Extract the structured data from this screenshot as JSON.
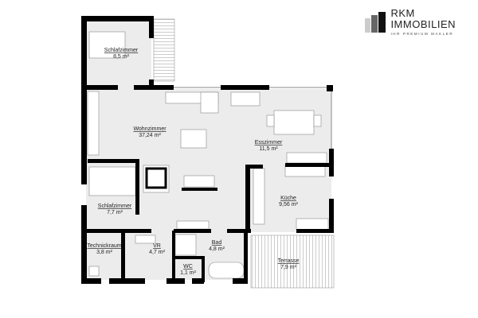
{
  "logo": {
    "brand": "RKM IMMOBILIEN",
    "tagline": "IHR PREMIUM MAKLER"
  },
  "rooms": [
    {
      "name": "Schlafzimmer",
      "area": "8,5 m²"
    },
    {
      "name": "Wohnzimmer",
      "area": "37,24 m²"
    },
    {
      "name": "Esszimmer",
      "area": "11,5 m²"
    },
    {
      "name": "Küche",
      "area": "9,56 m²"
    },
    {
      "name": "Schlafzimmer",
      "area": "7,7 m²"
    },
    {
      "name": "Technickraum",
      "area": "3,8 m²"
    },
    {
      "name": "VR",
      "area": "4,7 m²"
    },
    {
      "name": "Bad",
      "area": "4,8 m²"
    },
    {
      "name": "WC",
      "area": "1,1 m²"
    },
    {
      "name": "Terrasse",
      "area": "7,9 m²"
    }
  ],
  "colors": {
    "wall": "#000000",
    "floor": "#ececec",
    "furniture": "#ffffff"
  }
}
